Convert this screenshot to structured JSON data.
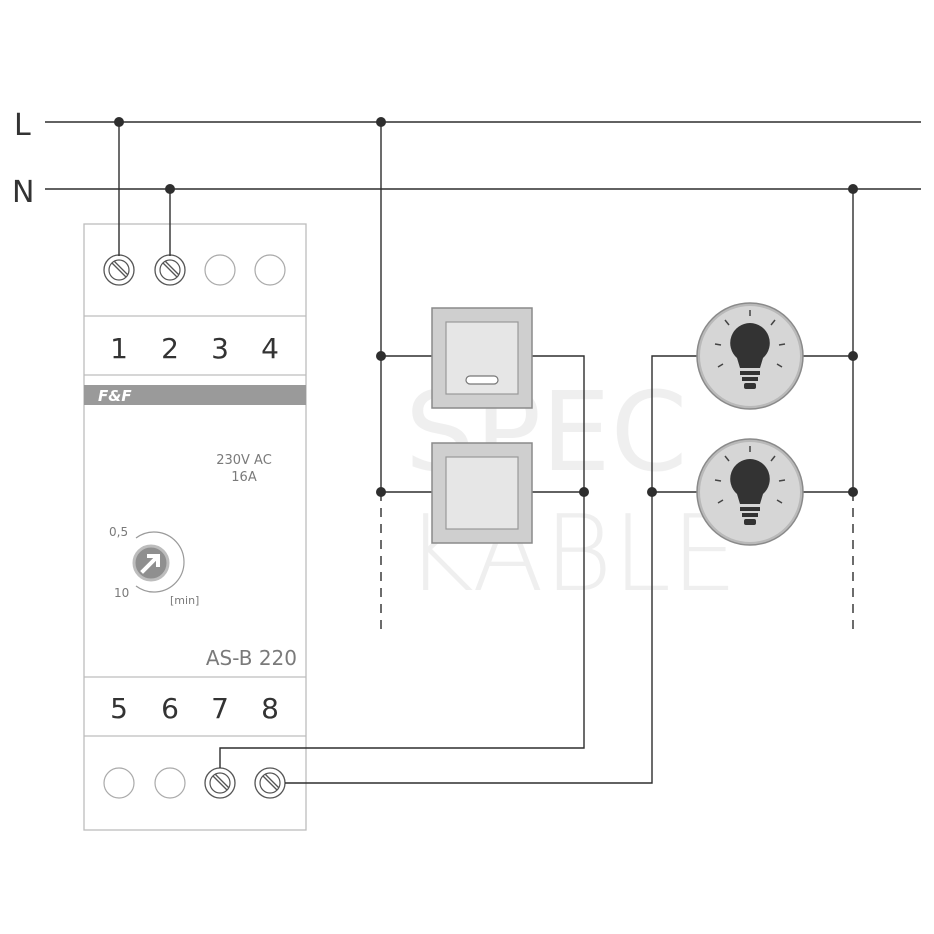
{
  "lines": {
    "L": "L",
    "N": "N"
  },
  "terminals_top": [
    "1",
    "2",
    "3",
    "4"
  ],
  "terminals_bottom": [
    "5",
    "6",
    "7",
    "8"
  ],
  "brand": "F&F",
  "rating": {
    "voltage": "230V AC",
    "current": "16A"
  },
  "knob": {
    "min_label": "0,5",
    "max_label": "10",
    "unit": "[min]"
  },
  "model": "AS-B 220",
  "watermark": {
    "line1": "SPEC",
    "line2": "KABLE"
  },
  "colors": {
    "wire": "#2e2e2e",
    "module_border": "#bdbdbd",
    "brand_bar": "#9a9a9a",
    "text_gray": "#7a7a7a"
  },
  "icons": [
    "screw-terminal-icon",
    "empty-terminal-icon",
    "push-button-icon",
    "light-bulb-icon",
    "knob-arrow-icon"
  ]
}
